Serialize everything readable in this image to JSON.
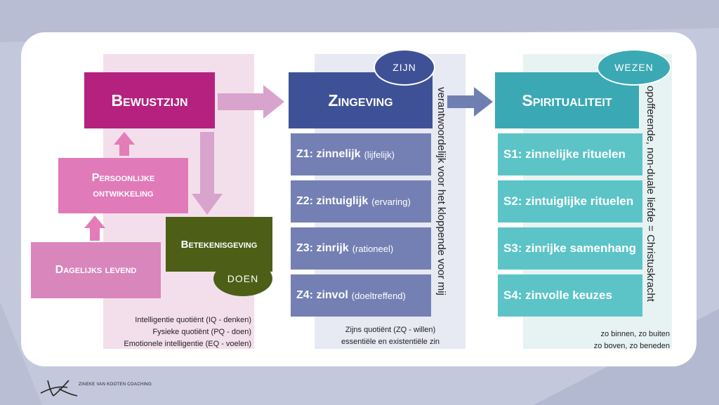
{
  "colors": {
    "bewustzijn": "#b5217e",
    "zingeving": "#3f5196",
    "spiritualiteit": "#3aa9b3",
    "betekenisgeving": "#4d5e17",
    "persoonlijke": "#e17ab8",
    "dagelijks": "#d986bd",
    "z_sub": "#7480b4",
    "s_sub": "#5cc4c7"
  },
  "bewustzijn": {
    "title": "Bewustzijn",
    "persoonlijke_line1": "Persoonlijke",
    "persoonlijke_line2": "ontwikkeling",
    "dagelijks": "Dagelijks levend",
    "betekenisgeving": "Betekenisgeving",
    "oval": "DOEN",
    "notes": [
      "Intelligentie quotiënt (IQ - denken)",
      "Fysieke quotiënt (PQ - doen)",
      "Emotionele intelligentie (EQ - voelen)"
    ]
  },
  "zingeving": {
    "title": "Zingeving",
    "oval": "ZIJN",
    "vertical": "verantwoordelijk voor het kloppende voor mij",
    "items": [
      {
        "label": "Z1: zinnelijk",
        "paren": "(lijfelijk)"
      },
      {
        "label": "Z2: zintuiglijk",
        "paren": "(ervaring)"
      },
      {
        "label": "Z3: zinrijk",
        "paren": "(rationeel)"
      },
      {
        "label": "Z4: zinvol",
        "paren": "(doeltreffend)"
      }
    ],
    "notes": [
      "Zijns quotiënt (ZQ - willen)",
      "essentiële en existentiële zin"
    ]
  },
  "spiritualiteit": {
    "title": "Spiritualiteit",
    "oval": "WEZEN",
    "vertical": "opofferende, non-duale liefde = Christuskracht",
    "items": [
      {
        "label": "S1: zinnelijke rituelen"
      },
      {
        "label": "S2: zintuiglijke rituelen"
      },
      {
        "label": "S3: zinrijke samenhang"
      },
      {
        "label": "S4: zinvolle keuzes"
      }
    ],
    "notes": [
      "zo binnen, zo buiten",
      "zo boven, zo beneden"
    ]
  },
  "logo": {
    "text": "ZINEKE VAN KOOTEN COACHING"
  }
}
